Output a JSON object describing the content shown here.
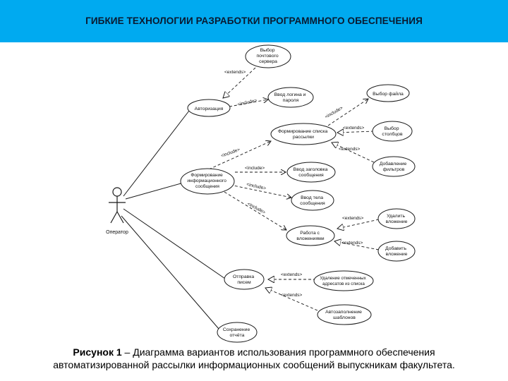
{
  "slide": {
    "title": "ГИБКИЕ ТЕХНОЛОГИИ РАЗРАБОТКИ ПРОГРАММНОГО ОБЕСПЕЧЕНИЯ",
    "header_color": "#00aaf0"
  },
  "diagram": {
    "actor": {
      "label": "Оператор"
    },
    "use_cases": {
      "mail_server": [
        "Выбор",
        "почтового",
        "сервера"
      ],
      "auth": [
        "Авторизация"
      ],
      "login_pass": [
        "Ввод логина и",
        "пароля"
      ],
      "select_file": [
        "Выбор файла"
      ],
      "form_list": [
        "Формирование списка",
        "рассылки"
      ],
      "select_cols": [
        "Выбор",
        "столбцов"
      ],
      "add_filters": [
        "Добавление",
        "фильтров"
      ],
      "form_msg": [
        "Формирование",
        "информационного",
        "сообщения"
      ],
      "msg_title": [
        "Ввод заголовка",
        "сообщения"
      ],
      "msg_body": [
        "Ввод тела",
        "сообщения"
      ],
      "attachments": [
        "Работа с",
        "вложениями"
      ],
      "del_attach": [
        "Удалить",
        "вложение"
      ],
      "add_attach": [
        "Добавить",
        "вложение"
      ],
      "send": [
        "Отправка",
        "писем"
      ],
      "mark_sent": [
        "Удаление отмеченных",
        "адресатов из списка"
      ],
      "autoreply": [
        "Автозаполнение",
        "шаблонов"
      ],
      "reports": [
        "Сохранение",
        "отчёта"
      ]
    },
    "labels": {
      "extend": "«extends»",
      "include": "«include»",
      "extend_html": "<extends>",
      "include_html": "<include>"
    },
    "colors": {
      "line": "#1a1a1a",
      "text": "#111111"
    }
  },
  "caption": {
    "prefix": "Рисунок 1",
    "line1": " – Диаграмма вариантов использования программного обеспечения",
    "line2": "автоматизированной рассылки информационных сообщений выпускникам факультета."
  }
}
